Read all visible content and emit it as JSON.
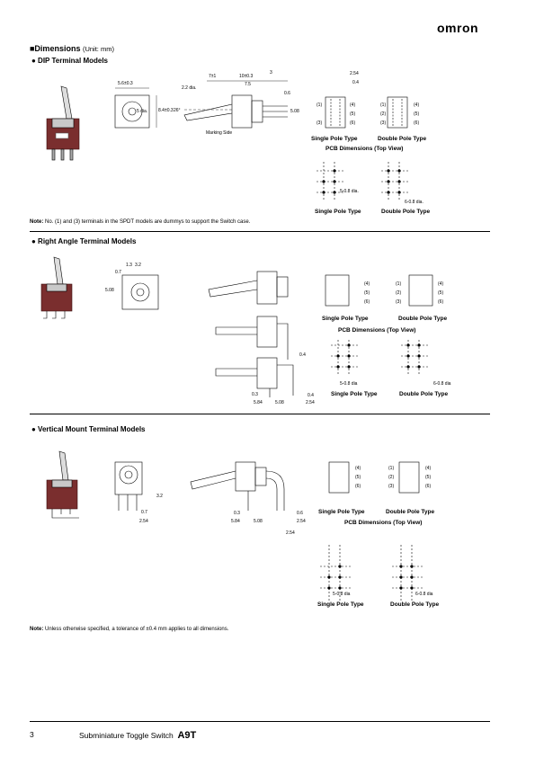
{
  "header": {
    "logo": "omron"
  },
  "section": {
    "title": "■Dimensions",
    "unit": "(Unit: mm)"
  },
  "dip": {
    "heading": "● DIP Terminal Models",
    "dims": {
      "w1": "5.6",
      "w1tol": "±0.3",
      "h1": "8.4",
      "h1tol": "±0.3",
      "d1": "5 dia.",
      "dia": "2.2 dia.",
      "a26": "26°",
      "l7": "7",
      "l7tol": "±1",
      "l10": "10",
      "l10tol": "±0.3",
      "l3": "3",
      "l75": "7.5",
      "l06": "0.6",
      "l508": "5.08",
      "l254": "2.54",
      "l04": "0.4",
      "marking": "Marking Side"
    },
    "sp_label": "Single Pole Type",
    "dp_label": "Double Pole Type",
    "pcb_title": "PCB Dimensions (Top View)",
    "pcb_sp_label": "Single Pole Type",
    "pcb_dp_label": "Double Pole Type",
    "term_l": [
      "(1)",
      "(2)",
      "(3)"
    ],
    "term_r": [
      "(4)",
      "(5)",
      "(6)"
    ],
    "pcb_dia": "5-0.8 dia.",
    "pcb_dia2": "6-0.8 dia.",
    "note": "No. (1) and (3) terminals in the SPDT models are dummys to support the Switch case.",
    "note_label": "Note:"
  },
  "ra": {
    "heading": "● Right Angle Terminal Models",
    "sp_label": "Single Pole Type",
    "dp_label": "Double Pole Type",
    "pcb_title": "PCB Dimensions (Top View)",
    "pcb_sp_label": "Single Pole Type",
    "pcb_dp_label": "Double Pole Type",
    "dims": {
      "l07": "0.7",
      "l32": "3.2",
      "l13": "1.3",
      "l03": "0.3",
      "l584": "5.84",
      "l508": "5.08",
      "l254": "2.54",
      "l04": "0.4",
      "dia": "5-0.8 dia",
      "dia2": "6-0.8 dia"
    }
  },
  "vm": {
    "heading": "● Vertical Mount Terminal Models",
    "sp_label": "Single Pole Type",
    "dp_label": "Double Pole Type",
    "pcb_title": "PCB Dimensions (Top View)",
    "pcb_sp_label": "Single Pole Type",
    "pcb_dp_label": "Double Pole Type",
    "dims": {
      "l32": "3.2",
      "l07": "0.7",
      "l254": "2.54",
      "l03": "0.3",
      "l584": "5.84",
      "l508": "5.08",
      "l06": "0.6",
      "dia": "5-0.8 dia",
      "dia2": "6-0.8 dia"
    }
  },
  "bottom_note": {
    "label": "Note:",
    "text": "Unless otherwise specified, a tolerance of ±0.4 mm applies to all dimensions."
  },
  "footer": {
    "page": "3",
    "title": "Subminiature Toggle Switch",
    "model": "A9T"
  }
}
